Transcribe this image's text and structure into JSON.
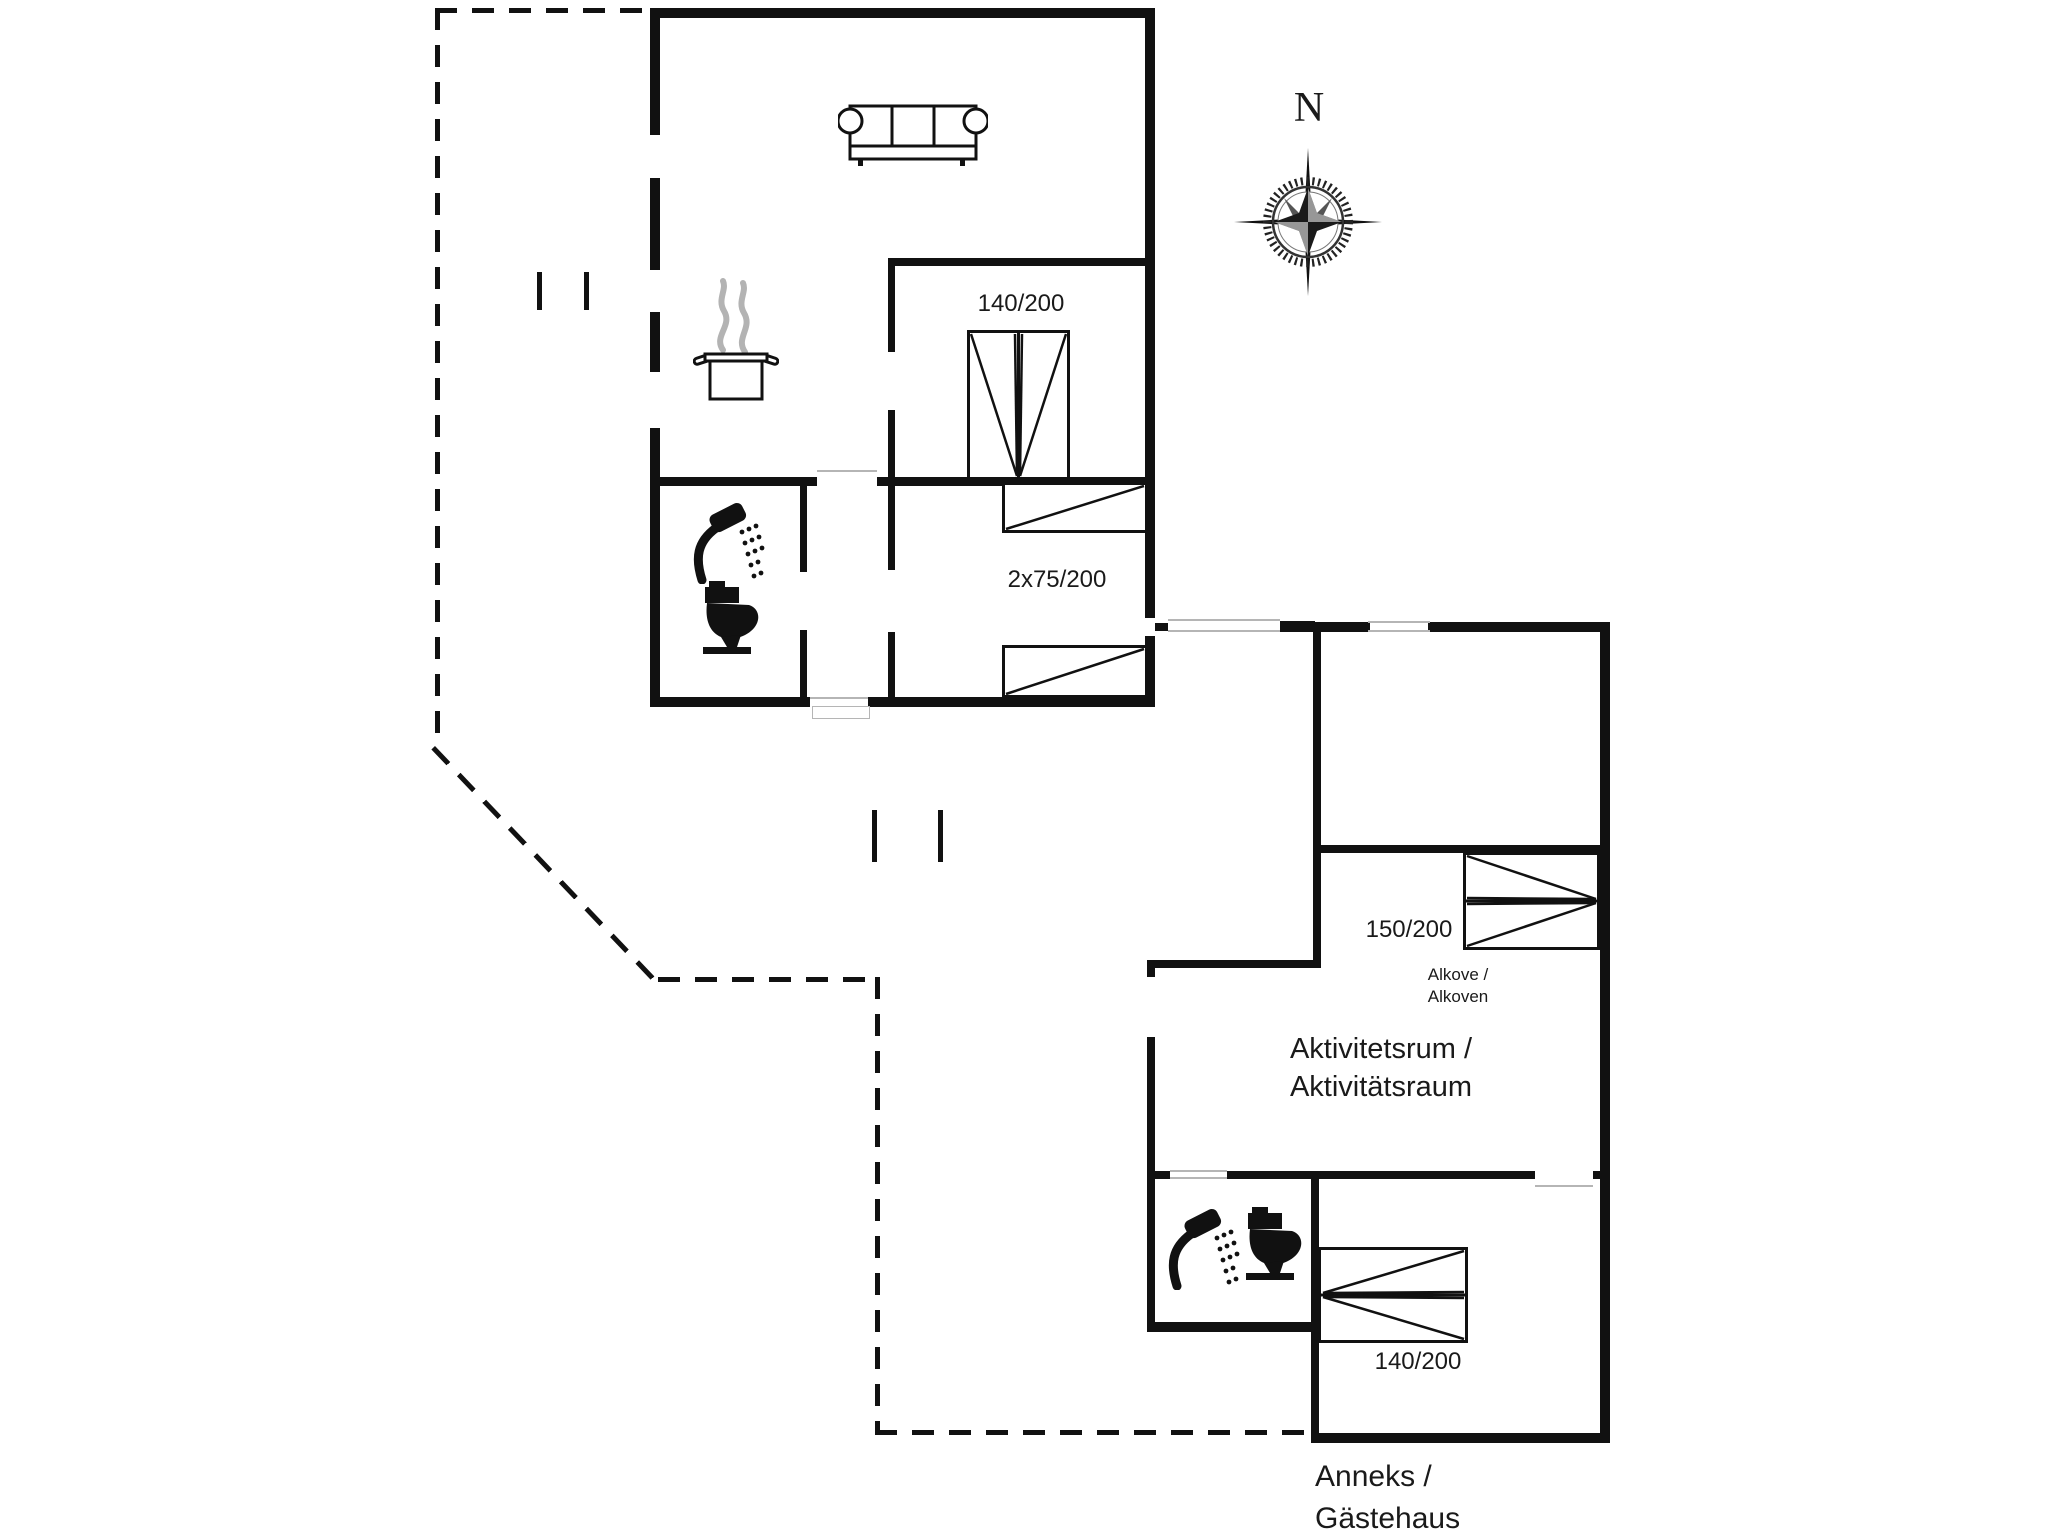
{
  "compass": {
    "north": "N"
  },
  "main_house": {
    "double_bed_size": "140/200",
    "single_beds_size": "2x75/200",
    "furniture_icons": [
      "sofa-icon",
      "cooking-pot-icon",
      "steam-icon",
      "shower-icon",
      "toilet-icon",
      "double-bed-icon",
      "single-bed-icon"
    ]
  },
  "annex": {
    "alcove_bed_size": "150/200",
    "alcove_label_line1": "Alkove /",
    "alcove_label_line2": "Alkoven",
    "activity_room_line1": "Aktivitetsrum /",
    "activity_room_line2": "Aktivitätsraum",
    "double_bed_size": "140/200",
    "building_label_line1": "Anneks /",
    "building_label_line2": "Gästehaus",
    "furniture_icons": [
      "double-bed-icon",
      "shower-icon",
      "toilet-icon"
    ]
  },
  "colors": {
    "wall": "#111111",
    "thin_line": "#b5b5b5",
    "steam": "#b3b3b3",
    "background": "#ffffff",
    "text": "#1a1a1a"
  }
}
